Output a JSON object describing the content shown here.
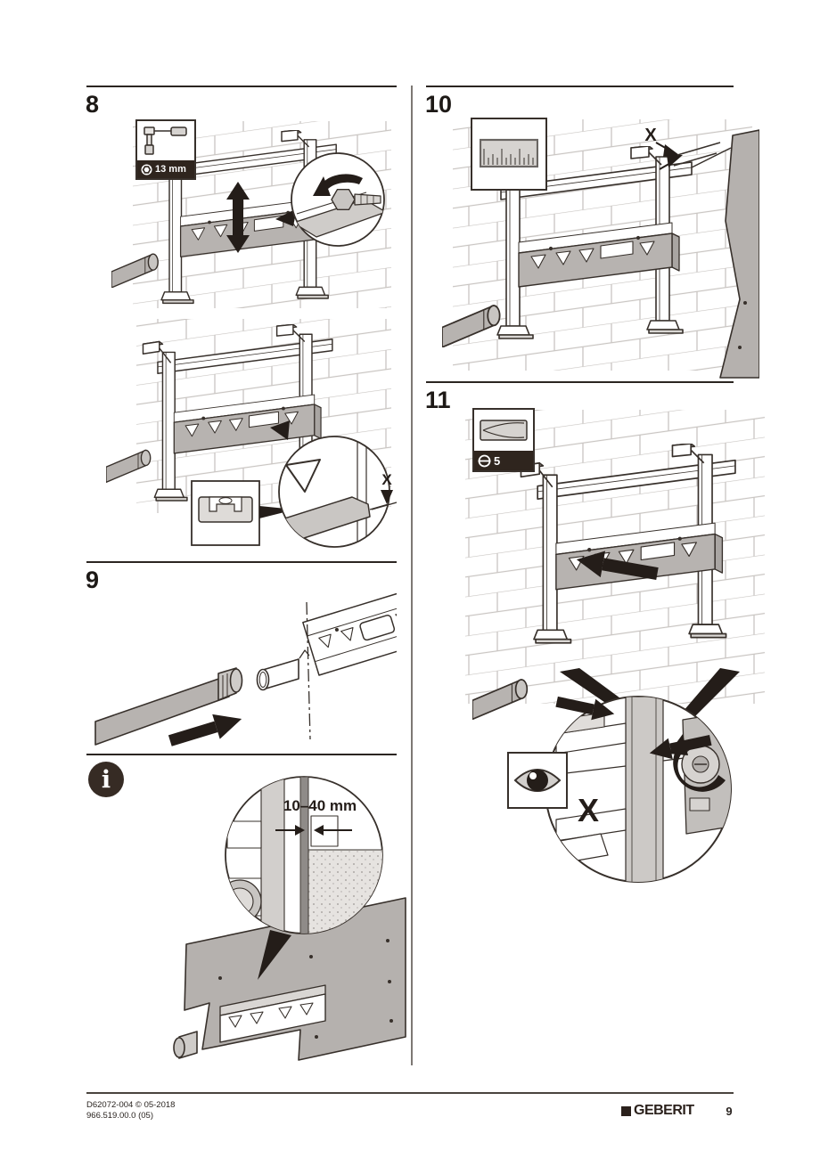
{
  "page": {
    "footer": {
      "doc_code": "D62072-004 © 05-2018",
      "doc_version": "966.519.00.0 (05)",
      "brand": "GEBERIT",
      "page_number": "9"
    }
  },
  "steps": {
    "s8": {
      "number": "8",
      "tool_label": "13 mm",
      "dim_label": "X"
    },
    "s9": {
      "number": "9"
    },
    "s10": {
      "number": "10",
      "dim_label": "X"
    },
    "s11": {
      "number": "11",
      "tool_label": "5",
      "dim_label": "X"
    },
    "info_note": {
      "clearance": "10–40 mm",
      "icon_glyph": "i"
    }
  },
  "icons": {
    "step8_tool": "socket-wrench-13mm",
    "step8_check": "spirit-level",
    "step9_note": "info-circle",
    "step10_tool": "ruler",
    "step11_tool": "slotted-screwdriver-5",
    "step11_check": "eye"
  },
  "colors": {
    "ink": "#37302b",
    "solid_black": "#241d19",
    "tool_band": "#2f251e",
    "gray_fill": "#b7b3b0",
    "gray_light": "#d9d6d3",
    "brick_line": "#c9c5c2"
  }
}
